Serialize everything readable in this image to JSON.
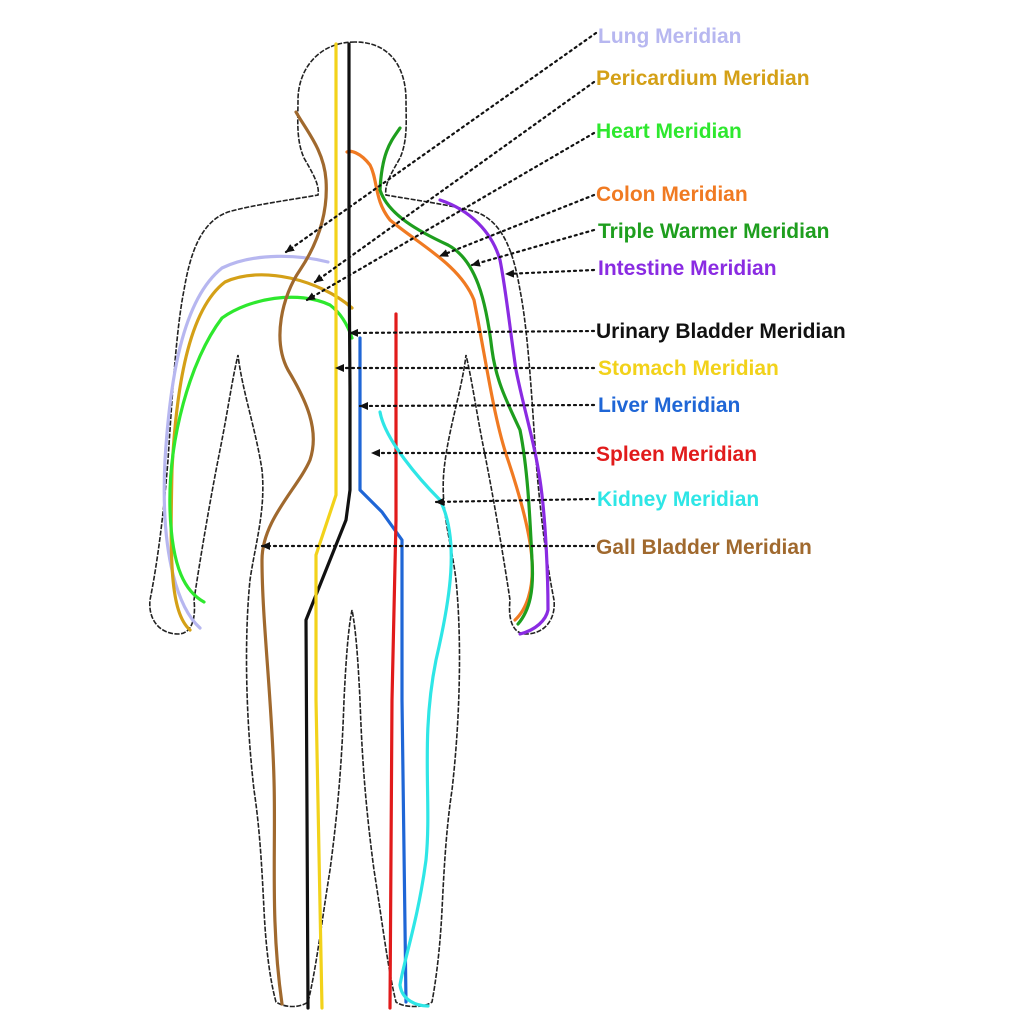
{
  "meridians": [
    {
      "key": "lung",
      "label": "Lung Meridian",
      "color": "#b7b7f0"
    },
    {
      "key": "pericardium",
      "label": "Pericardium Meridian",
      "color": "#d4a017"
    },
    {
      "key": "heart",
      "label": "Heart Meridian",
      "color": "#2ee82e"
    },
    {
      "key": "colon",
      "label": "Colon Meridian",
      "color": "#f07a22"
    },
    {
      "key": "triple-warmer",
      "label": "Triple Warmer Meridian",
      "color": "#1e9e1e"
    },
    {
      "key": "intestine",
      "label": "Intestine Meridian",
      "color": "#8a2be2"
    },
    {
      "key": "urinary-bladder",
      "label": "Urinary Bladder Meridian",
      "color": "#111111"
    },
    {
      "key": "stomach",
      "label": "Stomach Meridian",
      "color": "#f2d21a"
    },
    {
      "key": "liver",
      "label": "Liver Meridian",
      "color": "#1f66d6"
    },
    {
      "key": "spleen",
      "label": "Spleen Meridian",
      "color": "#e11b1b"
    },
    {
      "key": "kidney",
      "label": "Kidney Meridian",
      "color": "#2ee6e6"
    },
    {
      "key": "gall-bladder",
      "label": "Gall Bladder Meridian",
      "color": "#a0692e"
    }
  ]
}
